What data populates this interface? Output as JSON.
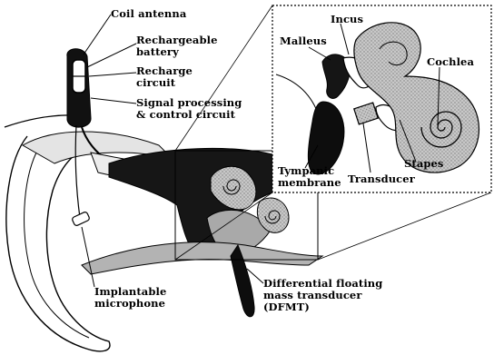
{
  "labels": {
    "coil_antenna": "Coil antenna",
    "rechargeable_battery": "Rechargeable\nbattery",
    "recharge_circuit": "Recharge\ncircuit",
    "signal_processing": "Signal processing\n& control circuit",
    "implantable_microphone": "Implantable\nmicrophone",
    "dfmt": "Differential floating\nmass transducer\n(DFMT)",
    "malleus": "Malleus",
    "incus": "Incus",
    "cochlea": "Cochlea",
    "tympanic_membrane": "Tympanic\nmembrane",
    "transducer": "Transducer",
    "stapes": "Stapes"
  },
  "colors": {
    "ink": "#000000",
    "tissue_gray": "#a9a9a9",
    "light_gray": "#d6d6d6",
    "paper": "#ffffff"
  }
}
